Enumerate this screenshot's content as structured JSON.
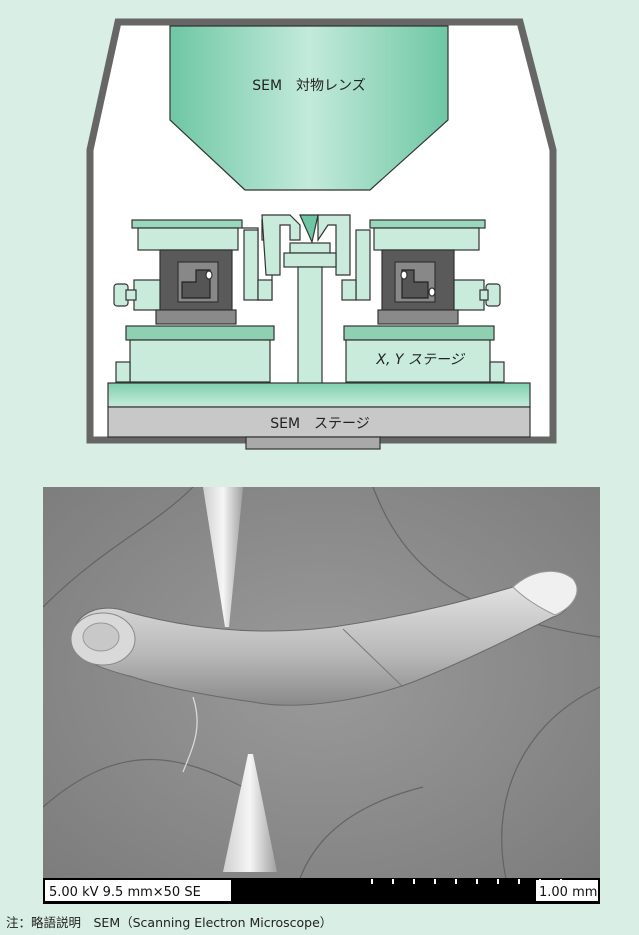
{
  "diagram": {
    "lens_label": "SEM　対物レンズ",
    "xy_stage_label": "X, Y ステージ",
    "sem_stage_label": "SEM　ステージ"
  },
  "micrograph": {
    "info_bar_text": "5.00 kV 9.5 mm×50 SE",
    "scale_label": "1.00 mm"
  },
  "note": "注：略語説明　SEM（Scanning Electron Microscope）",
  "colors": {
    "background": "#d9eee4",
    "mint_fill": "#c8ebdc",
    "mint_dark": "#8fcfb2",
    "stage_gray": "#c8c8c8",
    "block_gray": "#6a6a6a",
    "chamber": "#666666"
  }
}
